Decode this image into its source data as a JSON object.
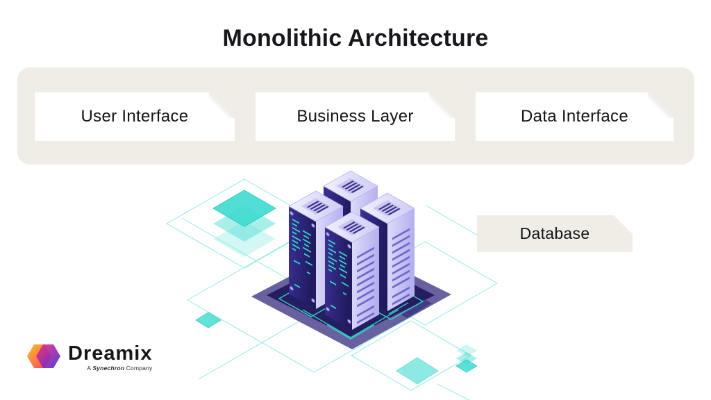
{
  "title": "Monolithic Architecture",
  "layers": [
    {
      "label": "User Interface"
    },
    {
      "label": "Business Layer"
    },
    {
      "label": "Data Interface"
    }
  ],
  "database": {
    "label": "Database"
  },
  "logo": {
    "brand": "Dreamix",
    "tagline_prefix": "A",
    "tagline_brand": "Synechron",
    "tagline_suffix": "Company"
  },
  "icons": {
    "illustration": "isometric-server-cluster",
    "logo_mark": "dreamix-infinity-mark"
  },
  "colors": {
    "background": "#ffffff",
    "panel_beige": "#f0ede6",
    "text_dark": "#17181b",
    "teal_accent": "#3bd8ce",
    "server_dark_indigo": "#241d5f",
    "server_lavender": "#c9c7f2",
    "platform_purple": "#544b92",
    "logo_orange": "#ffc226",
    "logo_magenta": "#ee2e7b",
    "logo_purple": "#4a2bd6"
  }
}
